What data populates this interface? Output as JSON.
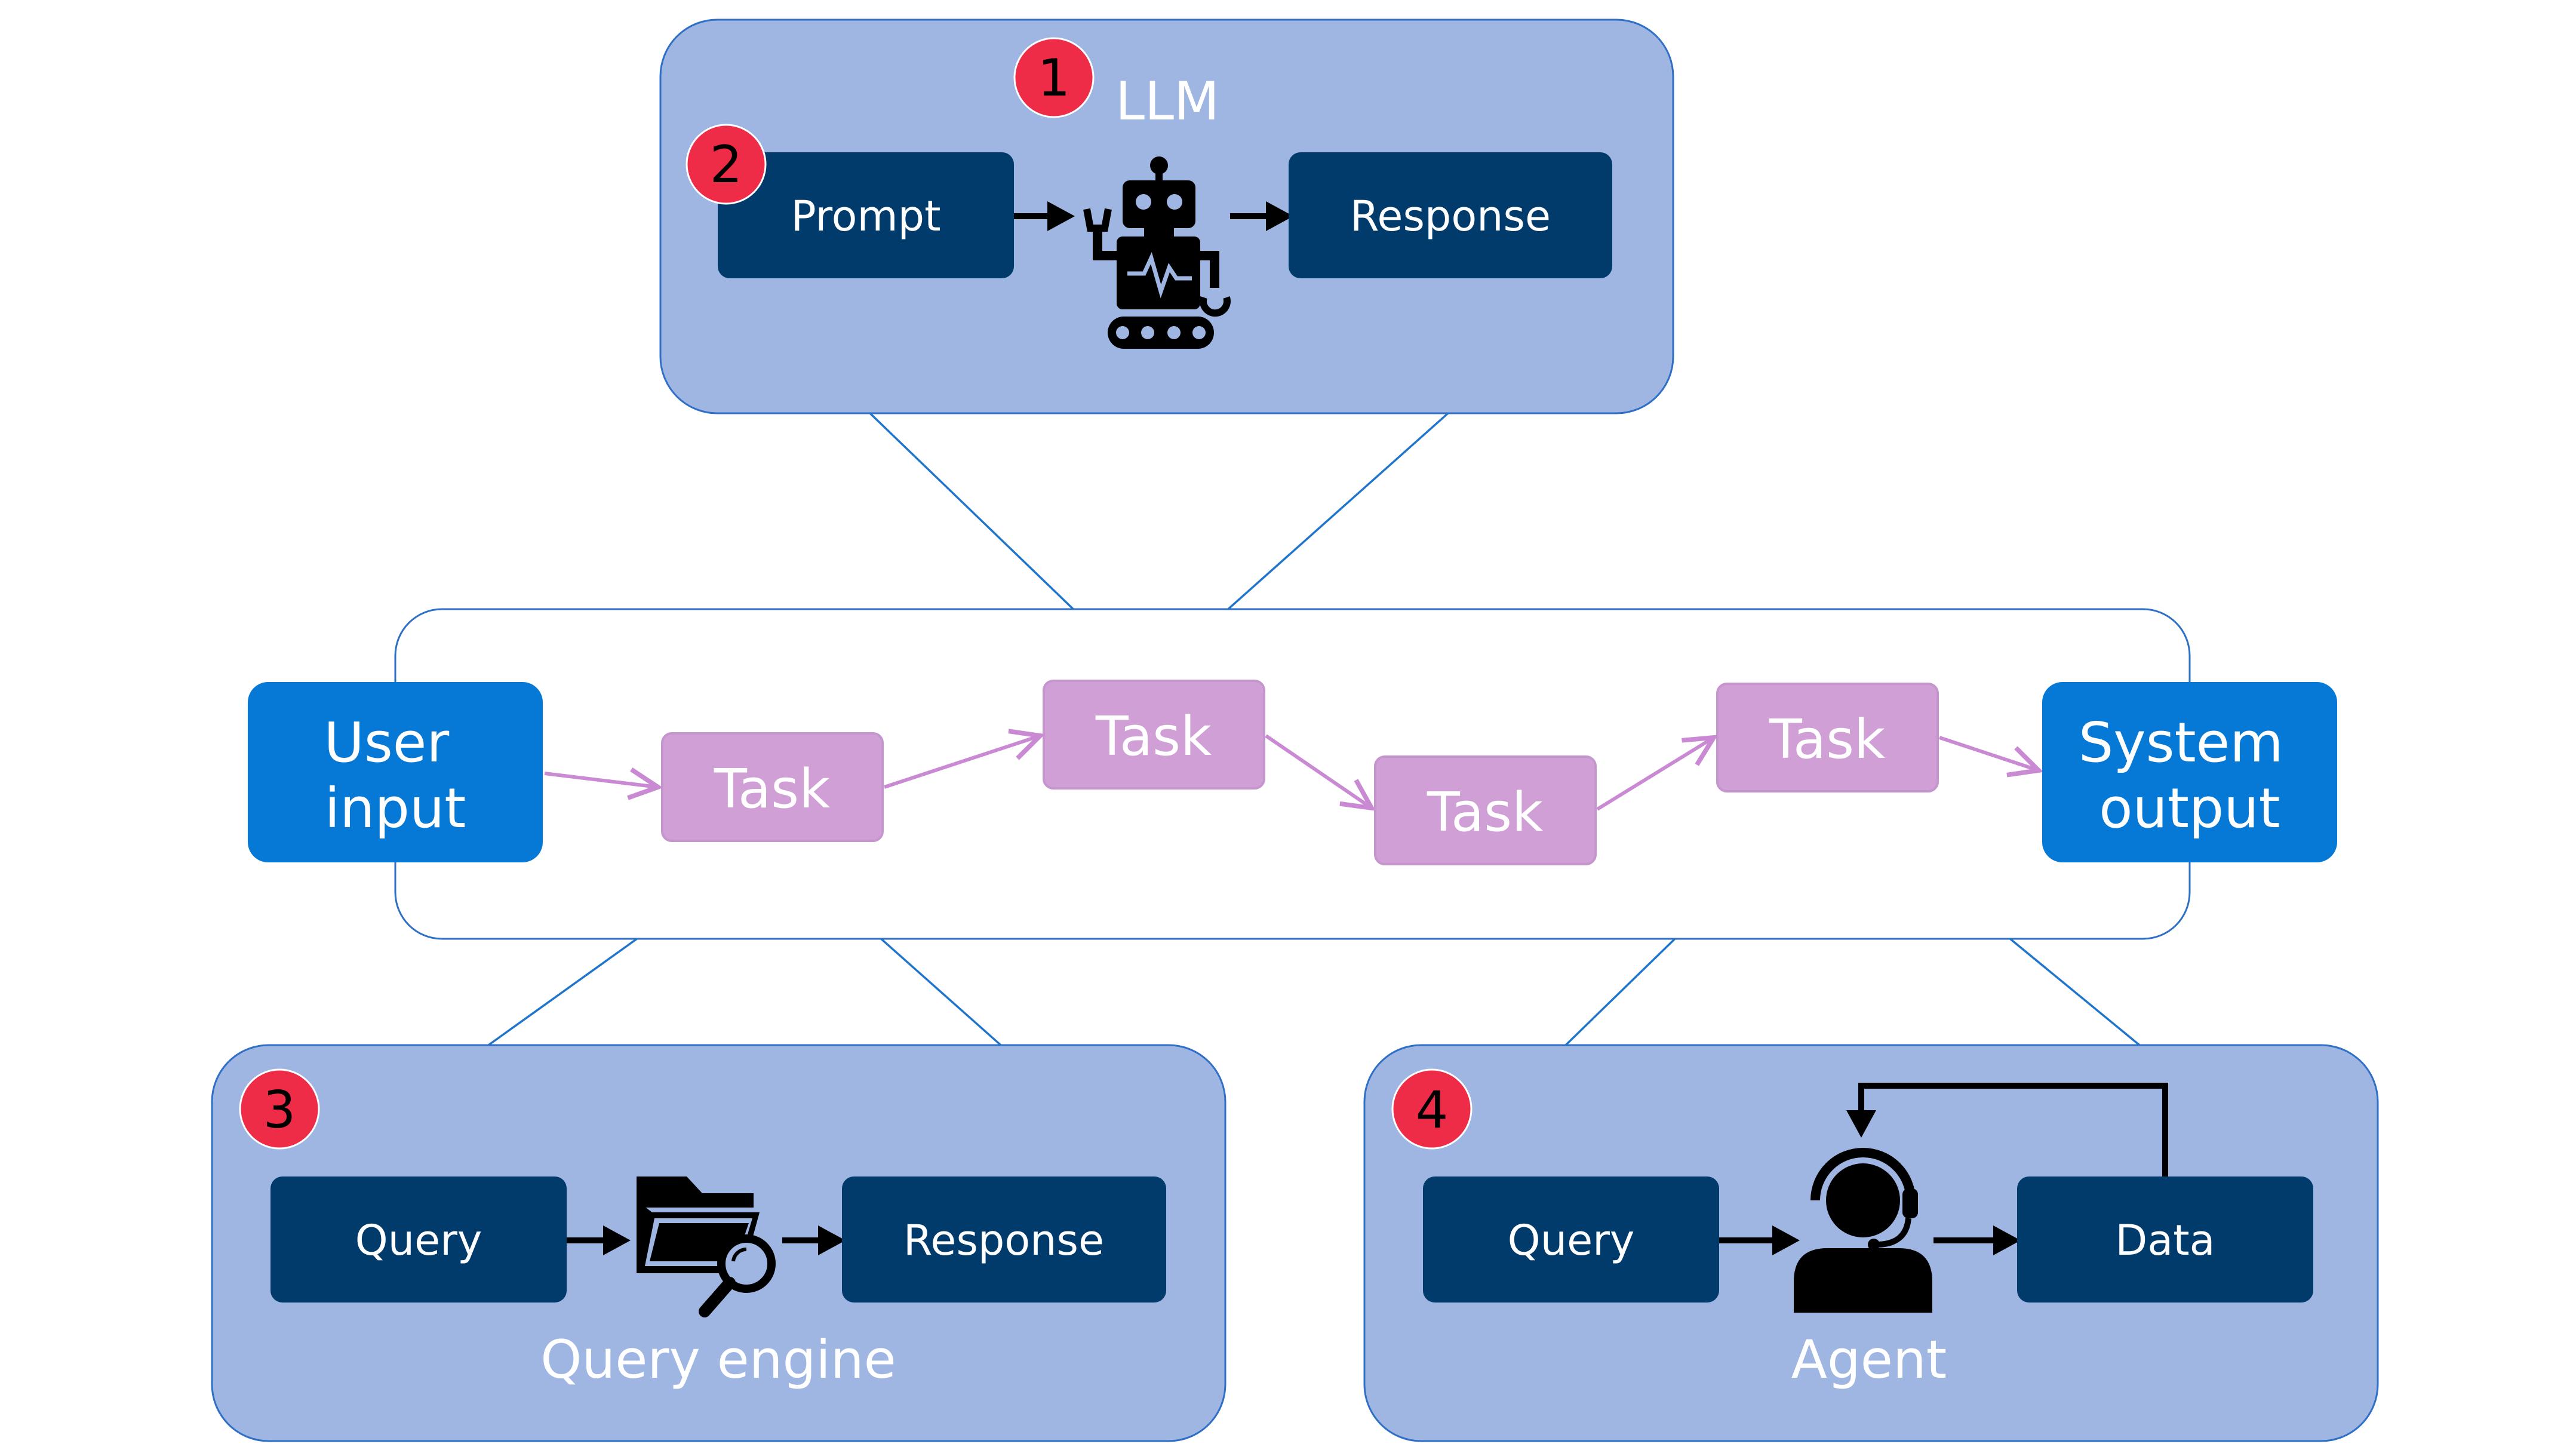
{
  "llm": {
    "title": "LLM",
    "badge": "1",
    "prompt_badge": "2",
    "prompt": "Prompt",
    "response": "Response",
    "icon": "robot-icon"
  },
  "pipeline": {
    "user_input": [
      "User",
      "input"
    ],
    "system_output": [
      "System",
      "output"
    ],
    "tasks": [
      "Task",
      "Task",
      "Task",
      "Task"
    ]
  },
  "query_engine": {
    "title": "Query engine",
    "badge": "3",
    "query": "Query",
    "response": "Response",
    "icon": "folder-search-icon"
  },
  "agent": {
    "title": "Agent",
    "badge": "4",
    "query": "Query",
    "data": "Data",
    "icon": "agent-headset-icon"
  },
  "colors": {
    "panel_fill": "#a0b6e2",
    "panel_stroke": "#2f6fc6",
    "dark_box": "#003b6c",
    "io_box": "#0679d6",
    "task_box": "#cf9fd6",
    "flow_arrow": "#c98ad3",
    "badge": "#ee2c47"
  }
}
